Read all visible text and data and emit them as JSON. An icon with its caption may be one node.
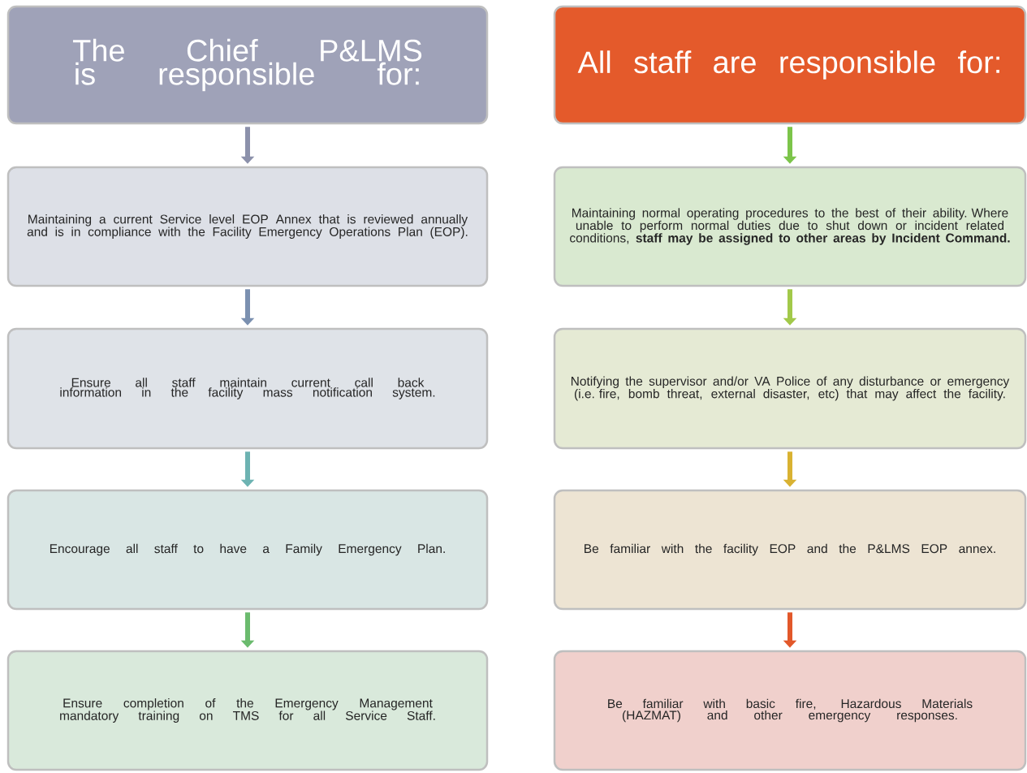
{
  "diagram": {
    "nodes": [
      {
        "text": [
          "The Chief P&LMS is responsible for:"
        ]
      },
      {
        "text": [
          "Maintaining a current Service level EOP Annex that is reviewed annually and is in compliance with the Facility Emergency Operations Plan (EOP)."
        ]
      },
      {
        "text": [
          "Ensure all staff maintain current call back information in the facility mass notification system."
        ]
      },
      {
        "text": [
          "Encourage all staff  to have a Family Emergency Plan."
        ]
      },
      {
        "text": [
          "Ensure completion of the Emergency Management mandatory training on TMS for all Service Staff."
        ]
      },
      {
        "text": [
          "All staff are responsible for:"
        ]
      },
      {
        "text": [
          "Maintaining normal operating procedures to the best of their ability.   Where unable to perform normal duties due to shut down or incident related conditions, **staff may be assigned to other areas by Incident Command.**"
        ]
      },
      {
        "text": [
          "Notifying the supervisor and/or VA Police of any disturbance or emergency (i.e. fire, bomb threat, external disaster, etc) that may affect the facility."
        ]
      },
      {
        "text": [
          "Be familiar with the facility EOP and the P&LMS EOP annex."
        ]
      },
      {
        "text": [
          "Be familiar with basic fire, Hazardous Materials (HAZMAT) and other emergency responses."
        ]
      }
    ],
    "edges": [
      {
        "from": 0,
        "to": 1,
        "arrow": "to",
        "color": "#8c91ab"
      },
      {
        "from": 1,
        "to": 2,
        "arrow": "to",
        "color": "#7b90b0"
      },
      {
        "from": 2,
        "to": 3,
        "arrow": "to",
        "color": "#6db3b2"
      },
      {
        "from": 3,
        "to": 4,
        "arrow": "to",
        "color": "#6bbb6e"
      },
      {
        "from": 5,
        "to": 6,
        "arrow": "to",
        "color": "#7cc44a"
      },
      {
        "from": 6,
        "to": 7,
        "arrow": "to",
        "color": "#a2c94a"
      },
      {
        "from": 7,
        "to": 8,
        "arrow": "to",
        "color": "#d9b232"
      },
      {
        "from": 8,
        "to": 9,
        "arrow": "to",
        "color": "#e2582a"
      }
    ]
  }
}
